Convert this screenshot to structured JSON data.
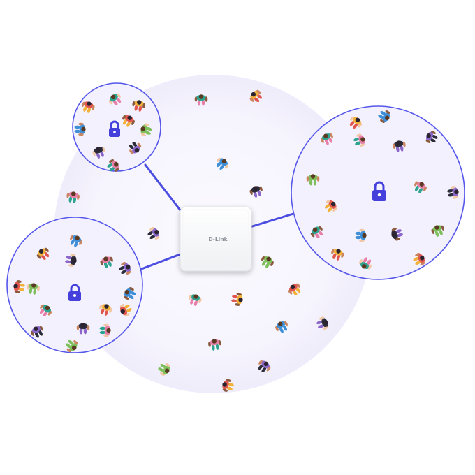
{
  "device": {
    "brand_label": "D-Link"
  },
  "colors": {
    "link": "#4b4ee0",
    "zone_border": "#5557ea",
    "zone_fill": "#f3f1fd",
    "halo_fill": "#f6f4fd",
    "lock": "#4540dc",
    "people": [
      "#e0574f",
      "#2ea38f",
      "#f2b13a",
      "#3f8fd8",
      "#2c2c3a",
      "#e77fa8",
      "#8a67c9",
      "#7fbf5b"
    ]
  },
  "zones": [
    {
      "id": "zone-top-left",
      "icon": "lock-icon"
    },
    {
      "id": "zone-right",
      "icon": "lock-icon"
    },
    {
      "id": "zone-left",
      "icon": "lock-icon"
    }
  ]
}
